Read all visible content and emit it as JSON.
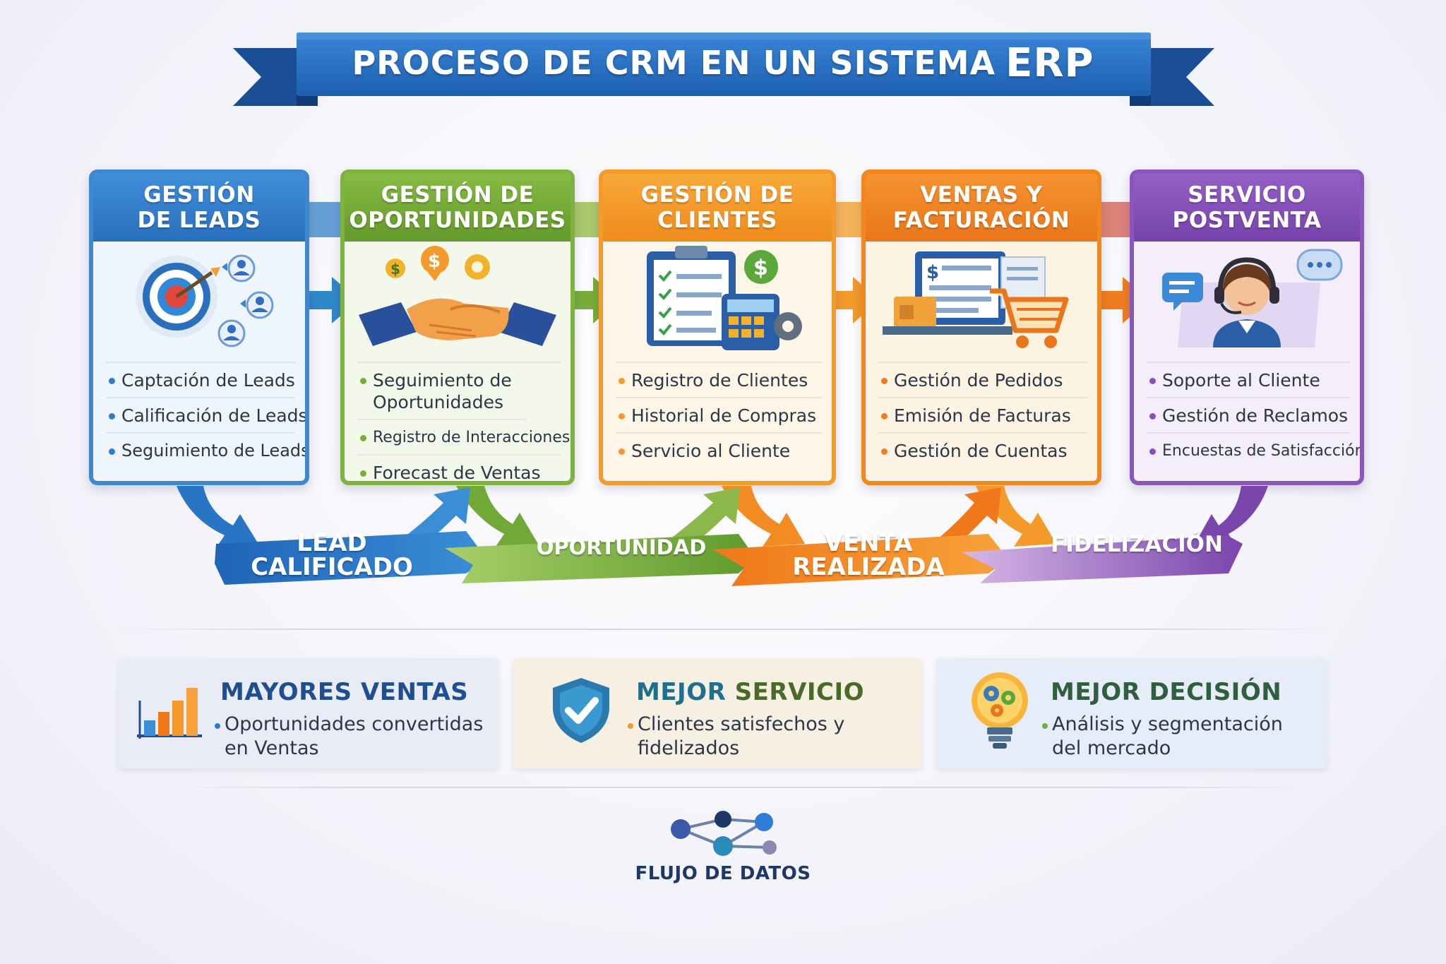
{
  "banner": {
    "title_main": "PROCESO DE CRM EN UN SISTEMA",
    "title_accent": "ERP"
  },
  "stages": [
    {
      "id": "leads",
      "title_lines": [
        "GESTIÓN",
        "DE LEADS"
      ],
      "icon": "target-users-icon",
      "items": [
        "Captación de Leads",
        "Calificación de Leads",
        "Seguimiento de Leads"
      ]
    },
    {
      "id": "oportunidades",
      "title_lines": [
        "GESTIÓN DE",
        "OPORTUNIDADES"
      ],
      "icon": "handshake-icon",
      "items": [
        "Seguimiento de Oportunidades",
        "Registro de Interacciones",
        "Forecast de Ventas"
      ]
    },
    {
      "id": "clientes",
      "title_lines": [
        "GESTIÓN DE",
        "CLIENTES"
      ],
      "icon": "clipboard-calculator-icon",
      "items": [
        "Registro de Clientes",
        "Historial de Compras",
        "Servicio al Cliente"
      ]
    },
    {
      "id": "ventas",
      "title_lines": [
        "VENTAS Y",
        "FACTURACIÓN"
      ],
      "icon": "invoice-cart-icon",
      "items": [
        "Gestión de Pedidos",
        "Emisión de Facturas",
        "Gestión de Cuentas"
      ]
    },
    {
      "id": "postventa",
      "title_lines": [
        "SERVICIO",
        "POSTVENTA"
      ],
      "icon": "support-agent-icon",
      "items": [
        "Soporte al Cliente",
        "Gestión de Reclamos",
        "Encuestas de Satisfacción"
      ]
    }
  ],
  "flow": {
    "steps": [
      {
        "lines": [
          "LEAD",
          "CALIFICADO"
        ]
      },
      {
        "lines": [
          "OPORTUNIDAD"
        ]
      },
      {
        "lines": [
          "VENTA",
          "REALIZADA"
        ]
      },
      {
        "lines": [
          "FIDELIZACIÓN"
        ]
      }
    ]
  },
  "benefits": [
    {
      "title": "MAYORES VENTAS",
      "desc_lines": [
        "Oportunidades convertidas",
        "en Ventas"
      ],
      "icon": "bar-chart-icon",
      "color": "#1f4f8f"
    },
    {
      "title_dark": "MEJOR",
      "title_accent": "SERVICIO",
      "desc_lines": [
        "Clientes satisfechos y fidelizados"
      ],
      "icon": "shield-check-icon",
      "color": "#1f6f8f"
    },
    {
      "title_dark": "MEJOR",
      "title_accent": "DECISIÓN",
      "desc_lines": [
        "Análisis y segmentación",
        "del mercado"
      ],
      "icon": "lightbulb-gears-icon",
      "color": "#2f5f3f"
    }
  ],
  "footer": {
    "label": "FLUJO DE DATOS",
    "icon": "network-nodes-icon"
  },
  "colors": {
    "blue": "#2f7cc9",
    "green": "#78ad3a",
    "orange": "#f39a2b",
    "orange_dark": "#ee7d1f",
    "purple": "#8650b8"
  }
}
